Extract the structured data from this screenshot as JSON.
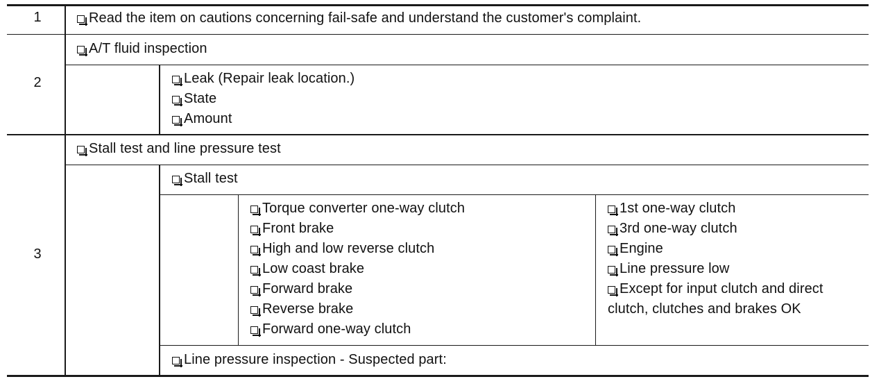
{
  "rows": {
    "r1": {
      "number": "1",
      "item": "Read the item on cautions concerning fail-safe and understand the customer's complaint."
    },
    "r2": {
      "number": "2",
      "header": "A/T fluid inspection",
      "items": [
        "Leak (Repair leak location.)",
        "State",
        "Amount"
      ]
    },
    "r3": {
      "number": "3",
      "header": "Stall test and line pressure test",
      "stall_header": "Stall test",
      "stall_left": [
        "Torque converter one-way clutch",
        "Front brake",
        "High and low reverse clutch",
        "Low coast brake",
        "Forward brake",
        "Reverse brake",
        "Forward one-way clutch"
      ],
      "stall_right": [
        "1st one-way clutch",
        "3rd one-way clutch",
        "Engine",
        "Line pressure low",
        "Except for input clutch and direct",
        "clutch, clutches and brakes OK"
      ],
      "line_pressure": "Line pressure inspection - Suspected part:"
    }
  }
}
